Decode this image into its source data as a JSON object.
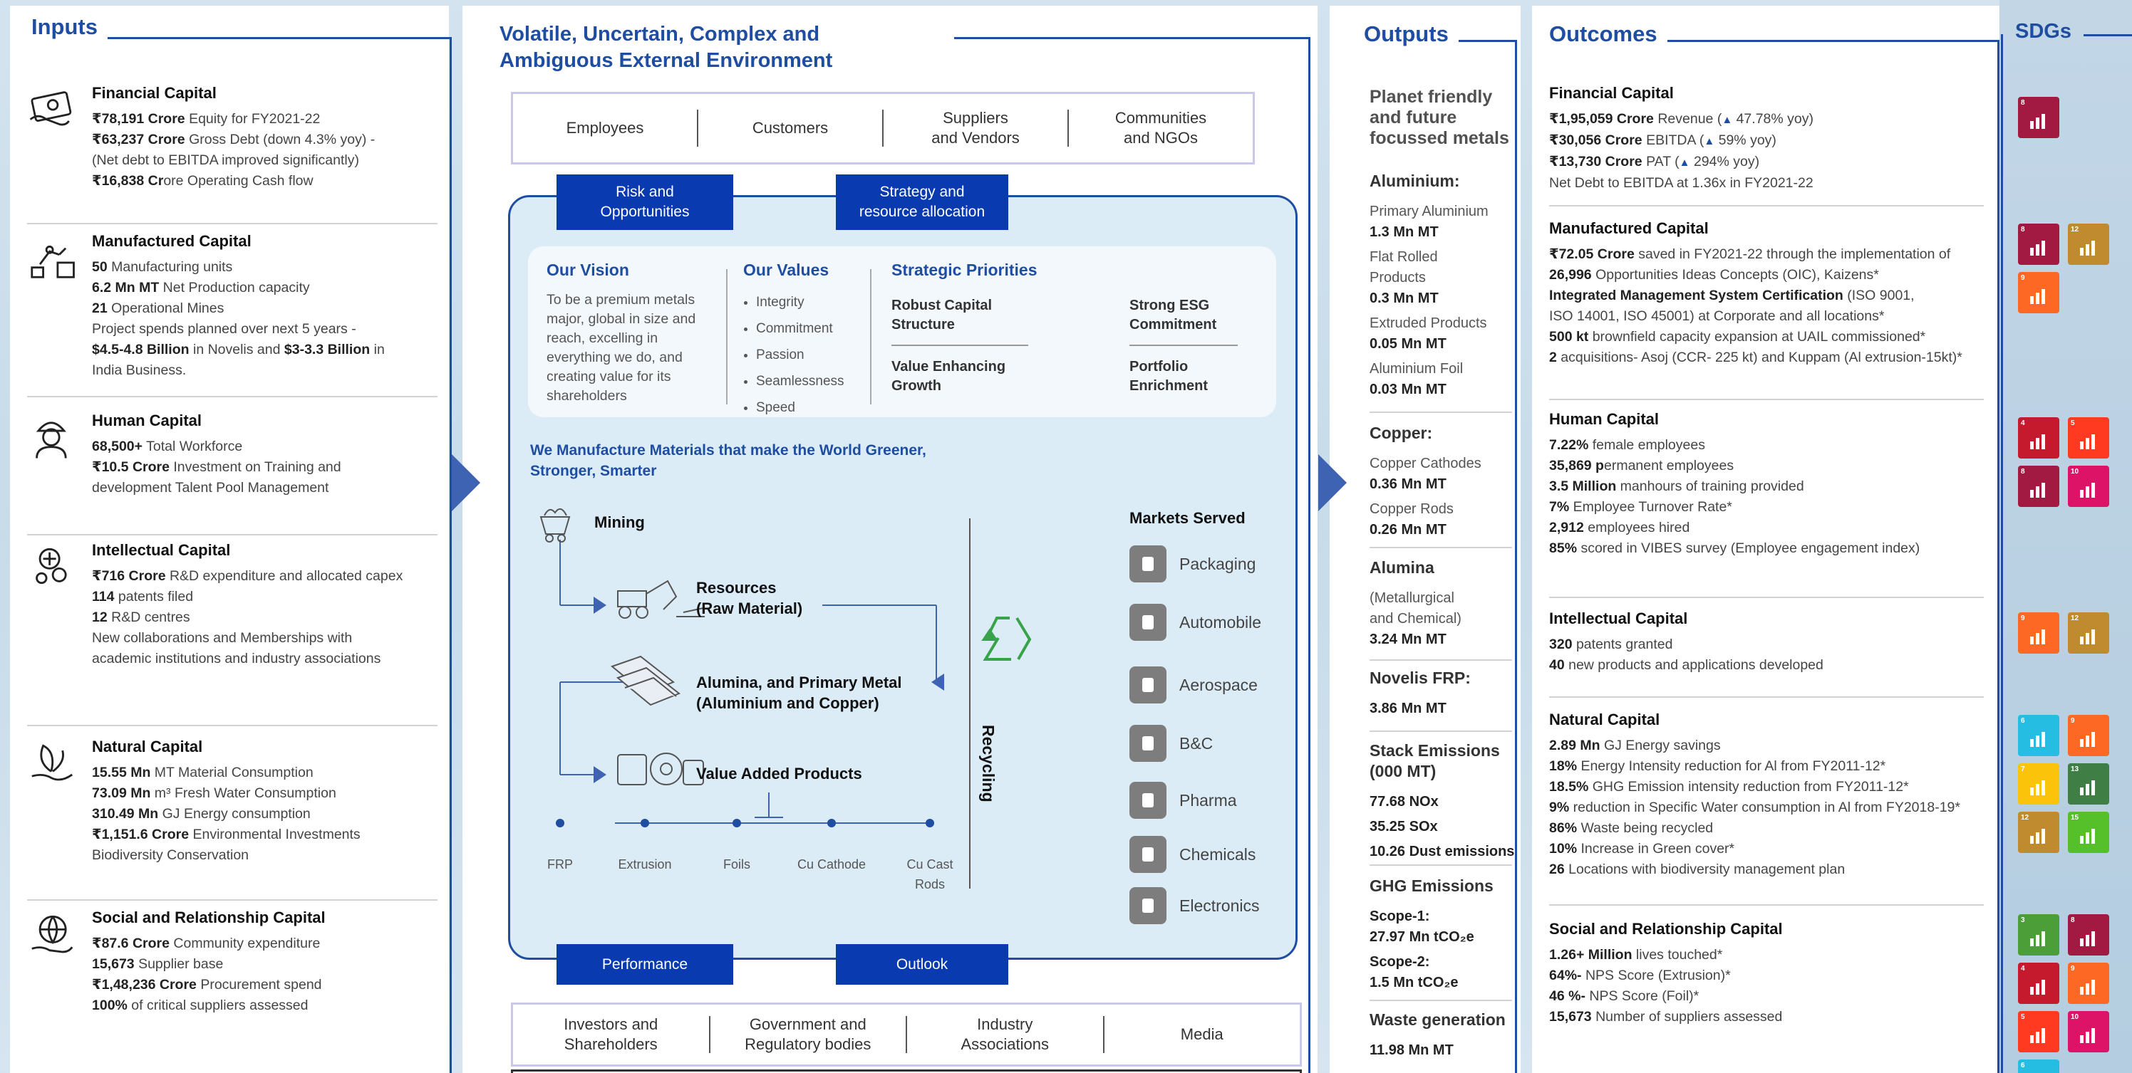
{
  "inputs": {
    "title": "Inputs",
    "sections": [
      {
        "title": "Financial Capital",
        "lines": [
          [
            [
              "b",
              "₹78,191 Crore"
            ],
            [
              "t",
              " Equity for FY2021-22"
            ]
          ],
          [
            [
              "b",
              "₹63,237 Crore"
            ],
            [
              "t",
              " Gross Debt (down 4.3% yoy) -"
            ]
          ],
          [
            [
              "t",
              "(Net debt to EBITDA improved significantly)"
            ]
          ],
          [
            [
              "b",
              "₹16,838 Cr"
            ],
            [
              "t",
              "ore Operating Cash flow"
            ]
          ]
        ]
      },
      {
        "title": "Manufactured Capital",
        "lines": [
          [
            [
              "b",
              "50"
            ],
            [
              "t",
              " Manufacturing units"
            ]
          ],
          [
            [
              "b",
              "6.2 Mn MT"
            ],
            [
              "t",
              " Net Production capacity"
            ]
          ],
          [
            [
              "b",
              "21"
            ],
            [
              "t",
              " Operational Mines"
            ]
          ],
          [
            [
              "t",
              "Project spends planned over next 5 years -"
            ]
          ],
          [
            [
              "b",
              "$4.5-4.8 Billion"
            ],
            [
              "t",
              " in Novelis and "
            ],
            [
              "b",
              "$3-3.3 Billion"
            ],
            [
              "t",
              " in"
            ]
          ],
          [
            [
              "t",
              "India Business."
            ]
          ]
        ]
      },
      {
        "title": "Human Capital",
        "lines": [
          [
            [
              "b",
              "68,500+"
            ],
            [
              "t",
              " Total Workforce"
            ]
          ],
          [
            [
              "b",
              "₹10.5 Crore"
            ],
            [
              "t",
              " Investment on Training and"
            ]
          ],
          [
            [
              "t",
              "development Talent Pool Management"
            ]
          ]
        ]
      },
      {
        "title": "Intellectual Capital",
        "lines": [
          [
            [
              "b",
              "₹716 Crore"
            ],
            [
              "t",
              " R&D expenditure and allocated capex"
            ]
          ],
          [
            [
              "b",
              "114"
            ],
            [
              "t",
              " patents filed"
            ]
          ],
          [
            [
              "b",
              "12"
            ],
            [
              "t",
              " R&D centres"
            ]
          ],
          [
            [
              "t",
              "New collaborations and Memberships with"
            ]
          ],
          [
            [
              "t",
              "academic institutions and industry associations"
            ]
          ]
        ]
      },
      {
        "title": "Natural Capital",
        "lines": [
          [
            [
              "b",
              "15.55 Mn"
            ],
            [
              "t",
              " MT Material Consumption"
            ]
          ],
          [
            [
              "b",
              "73.09 Mn"
            ],
            [
              "t",
              " m³ Fresh Water Consumption"
            ]
          ],
          [
            [
              "b",
              "310.49 Mn"
            ],
            [
              "t",
              " GJ Energy consumption"
            ]
          ],
          [
            [
              "b",
              "₹1,151.6 Crore"
            ],
            [
              "t",
              " Environmental Investments"
            ]
          ],
          [
            [
              "t",
              "Biodiversity Conservation"
            ]
          ]
        ]
      },
      {
        "title": "Social and Relationship Capital",
        "lines": [
          [
            [
              "b",
              "₹87.6 Crore"
            ],
            [
              "t",
              " Community expenditure"
            ]
          ],
          [
            [
              "b",
              "15,673"
            ],
            [
              "t",
              " Supplier base"
            ]
          ],
          [
            [
              "b",
              "₹1,48,236 Crore"
            ],
            [
              "t",
              " Procurement spend"
            ]
          ],
          [
            [
              "b",
              "100%"
            ],
            [
              "t",
              " of critical suppliers assessed"
            ]
          ]
        ]
      }
    ]
  },
  "vuca": {
    "title_line1": "Volatile, Uncertain, Complex and",
    "title_line2": "Ambiguous External Environment",
    "stakeholders_top": [
      "Employees",
      "Customers",
      "Suppliers\nand Vendors",
      "Communities\nand NGOs"
    ],
    "tabs_top": [
      "Risk and\nOpportunities",
      "Strategy and\nresource allocation"
    ],
    "vision_title": "Our Vision",
    "vision_text": "To be a premium metals major, global in size and reach, excelling in everything we do, and creating value for its shareholders",
    "values_title": "Our Values",
    "values": [
      "Integrity",
      "Commitment",
      "Passion",
      "Seamlessness",
      "Speed"
    ],
    "priorities_title": "Strategic Priorities",
    "priorities": [
      "Robust Capital\nStructure",
      "Strong ESG\nCommitment",
      "Value Enhancing\nGrowth",
      "Portfolio\nEnrichment"
    ],
    "manufacture_text": "We Manufacture Materials that make the World Greener,\nStronger, Smarter",
    "flow": {
      "mining": "Mining",
      "resources": "Resources\n(Raw Material)",
      "alumina": "Alumina, and Primary Metal\n(Aluminium and Copper)",
      "vap": "Value Added Products",
      "recycling": "Recycling",
      "products": [
        "FRP",
        "Extrusion",
        "Foils",
        "Cu Cathode",
        "Cu Cast\nRods"
      ]
    },
    "markets_title": "Markets Served",
    "markets": [
      "Packaging",
      "Automobile",
      "Aerospace",
      "B&C",
      "Pharma",
      "Chemicals",
      "Electronics"
    ],
    "tabs_bottom": [
      "Performance",
      "Outlook"
    ],
    "stakeholders_bottom": [
      "Investors and\nShareholders",
      "Government and\nRegulatory bodies",
      "Industry\nAssociations",
      "Media"
    ]
  },
  "outputs": {
    "title": "Outputs",
    "heading": "Planet friendly\nand future\nfocussed metals",
    "groups": [
      {
        "h": "Aluminium:",
        "items": [
          [
            "Primary Aluminium",
            "1.3 Mn MT"
          ],
          [
            "Flat Rolled\nProducts",
            "0.3 Mn MT"
          ],
          [
            "Extruded Products",
            "0.05 Mn MT"
          ],
          [
            "Aluminium Foil",
            "0.03 Mn MT"
          ]
        ]
      },
      {
        "h": "Copper:",
        "items": [
          [
            "Copper Cathodes",
            "0.36 Mn MT"
          ],
          [
            "Copper Rods",
            "0.26 Mn MT"
          ]
        ]
      },
      {
        "h": "Alumina",
        "items": [
          [
            "(Metallurgical\nand Chemical)",
            "3.24 Mn MT"
          ]
        ]
      },
      {
        "h": "Novelis FRP:",
        "items": [
          [
            "",
            "3.86 Mn MT"
          ]
        ]
      },
      {
        "h": "Stack Emissions\n(000 MT)",
        "items": [
          [
            "",
            "77.68 NOx"
          ],
          [
            "",
            "35.25 SOx"
          ],
          [
            "",
            "10.26 Dust emissions"
          ]
        ]
      },
      {
        "h": "GHG Emissions",
        "items": [
          [
            "",
            "Scope-1:\n27.97 Mn tCO₂e"
          ],
          [
            "",
            "Scope-2:\n1.5 Mn tCO₂e"
          ]
        ]
      },
      {
        "h": "Waste generation",
        "items": [
          [
            "",
            "11.98 Mn MT"
          ]
        ]
      }
    ]
  },
  "outcomes": {
    "title": "Outcomes",
    "sections": [
      {
        "title": "Financial Capital",
        "lines": [
          [
            [
              "b",
              "₹1,95,059 Crore"
            ],
            [
              "t",
              " Revenue ("
            ],
            [
              "u",
              "▲"
            ],
            [
              "t",
              " 47.78% yoy)"
            ]
          ],
          [
            [
              "b",
              "₹30,056 Crore"
            ],
            [
              "t",
              " EBITDA ("
            ],
            [
              "u",
              "▲"
            ],
            [
              "t",
              " 59% yoy)"
            ]
          ],
          [
            [
              "b",
              "₹13,730 Crore"
            ],
            [
              "t",
              " PAT ("
            ],
            [
              "u",
              "▲"
            ],
            [
              "t",
              " 294% yoy)"
            ]
          ],
          [
            [
              "t",
              "Net Debt to EBITDA at 1.36x in FY2021-22"
            ]
          ]
        ]
      },
      {
        "title": "Manufactured Capital",
        "lines": [
          [
            [
              "b",
              "₹72.05 Crore"
            ],
            [
              "t",
              " saved in FY2021-22 through the implementation of"
            ]
          ],
          [
            [
              "b",
              "26,996"
            ],
            [
              "t",
              " Opportunities Ideas Concepts (OIC), Kaizens*"
            ]
          ],
          [
            [
              "b",
              "Integrated Management System Certification"
            ],
            [
              "t",
              " (ISO 9001,"
            ]
          ],
          [
            [
              "t",
              "ISO 14001, ISO 45001) at Corporate and all locations*"
            ]
          ],
          [
            [
              "b",
              "500 kt"
            ],
            [
              "t",
              " brownfield capacity expansion at UAIL commissioned*"
            ]
          ],
          [
            [
              "b",
              "2"
            ],
            [
              "t",
              " acquisitions- Asoj (CCR- 225 kt) and Kuppam (Al extrusion-15kt)*"
            ]
          ]
        ]
      },
      {
        "title": "Human Capital",
        "lines": [
          [
            [
              "b",
              "7.22%"
            ],
            [
              "t",
              " female employees"
            ]
          ],
          [
            [
              "b",
              "35,869 p"
            ],
            [
              "t",
              "ermanent employees"
            ]
          ],
          [
            [
              "b",
              "3.5 Million"
            ],
            [
              "t",
              " manhours of training provided"
            ]
          ],
          [
            [
              "b",
              "7%"
            ],
            [
              "t",
              " Employee Turnover Rate*"
            ]
          ],
          [
            [
              "b",
              "2,912"
            ],
            [
              "t",
              " employees hired"
            ]
          ],
          [
            [
              "b",
              "85%"
            ],
            [
              "t",
              " scored in VIBES survey (Employee engagement index)"
            ]
          ]
        ]
      },
      {
        "title": "Intellectual Capital",
        "lines": [
          [
            [
              "b",
              "320"
            ],
            [
              "t",
              " patents granted"
            ]
          ],
          [
            [
              "b",
              "40"
            ],
            [
              "t",
              " new products and applications developed"
            ]
          ]
        ]
      },
      {
        "title": "Natural Capital",
        "lines": [
          [
            [
              "b",
              "2.89 Mn"
            ],
            [
              "t",
              " GJ Energy savings"
            ]
          ],
          [
            [
              "b",
              "18%"
            ],
            [
              "t",
              " Energy Intensity reduction for Al from FY2011-12*"
            ]
          ],
          [
            [
              "b",
              "18.5%"
            ],
            [
              "t",
              " GHG Emission intensity reduction from FY2011-12*"
            ]
          ],
          [
            [
              "b",
              "9%"
            ],
            [
              "t",
              " reduction in Specific Water consumption in Al from FY2018-19*"
            ]
          ],
          [
            [
              "b",
              "86%"
            ],
            [
              "t",
              " Waste being recycled"
            ]
          ],
          [
            [
              "b",
              "10%"
            ],
            [
              "t",
              " Increase in Green cover*"
            ]
          ],
          [
            [
              "b",
              "26"
            ],
            [
              "t",
              " Locations with biodiversity management plan"
            ]
          ]
        ]
      },
      {
        "title": "Social and Relationship Capital",
        "lines": [
          [
            [
              "b",
              "1.26+ Million"
            ],
            [
              "t",
              " lives touched*"
            ]
          ],
          [
            [
              "b",
              "64%-"
            ],
            [
              "t",
              " NPS Score (Extrusion)*"
            ]
          ],
          [
            [
              "b",
              "46 %-"
            ],
            [
              "t",
              " NPS Score (Foil)*"
            ]
          ],
          [
            [
              "b",
              "15,673"
            ],
            [
              "t",
              " Number of suppliers assessed"
            ]
          ]
        ]
      }
    ]
  },
  "sdgs": {
    "title": "SDGs",
    "groups": [
      [
        {
          "n": "8",
          "c": "#a21942"
        }
      ],
      [
        {
          "n": "8",
          "c": "#a21942"
        },
        {
          "n": "12",
          "c": "#bf8b2e"
        },
        {
          "n": "9",
          "c": "#fd6925"
        }
      ],
      [
        {
          "n": "4",
          "c": "#c5192d"
        },
        {
          "n": "5",
          "c": "#ff3a21"
        },
        {
          "n": "8",
          "c": "#a21942"
        },
        {
          "n": "10",
          "c": "#dd1367"
        }
      ],
      [
        {
          "n": "9",
          "c": "#fd6925"
        },
        {
          "n": "12",
          "c": "#bf8b2e"
        }
      ],
      [
        {
          "n": "6",
          "c": "#26bde2"
        },
        {
          "n": "9",
          "c": "#fd6925"
        },
        {
          "n": "7",
          "c": "#fcc30b"
        },
        {
          "n": "13",
          "c": "#3f7e44"
        },
        {
          "n": "12",
          "c": "#bf8b2e"
        },
        {
          "n": "15",
          "c": "#56c02b"
        }
      ],
      [
        {
          "n": "3",
          "c": "#4c9f38"
        },
        {
          "n": "8",
          "c": "#a21942"
        },
        {
          "n": "4",
          "c": "#c5192d"
        },
        {
          "n": "9",
          "c": "#fd6925"
        },
        {
          "n": "5",
          "c": "#ff3a21"
        },
        {
          "n": "10",
          "c": "#dd1367"
        },
        {
          "n": "6",
          "c": "#26bde2"
        }
      ]
    ]
  },
  "colors": {
    "accent": "#1f4ea1",
    "tab": "#0a3ab0",
    "box": "#dcecf7"
  }
}
